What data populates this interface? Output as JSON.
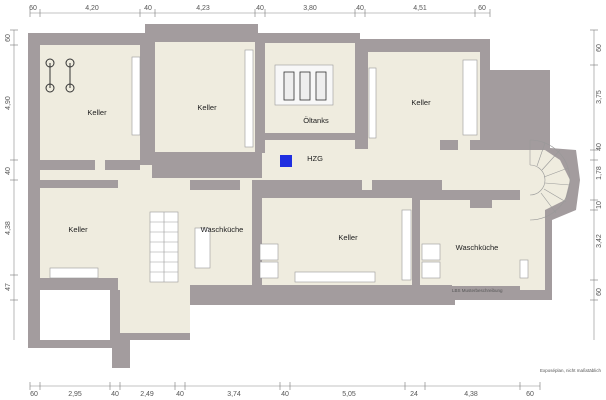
{
  "dimensions": {
    "top": [
      "60",
      "4,20",
      "40",
      "4,23",
      "40",
      "3,80",
      "40",
      "4,51",
      "60"
    ],
    "bottom": [
      "60",
      "2,95",
      "40",
      "2,49",
      "40",
      "3,74",
      "40",
      "5,05",
      "24",
      "4,38",
      "60"
    ],
    "left": [
      "60",
      "4,90",
      "40",
      "4,38",
      "47"
    ],
    "right": [
      "60",
      "3,75",
      "40",
      "1,78",
      "10",
      "3,42",
      "60"
    ]
  },
  "rooms": {
    "keller_1": "Keller",
    "keller_2": "Keller",
    "oeltanks": "Öltanks",
    "keller_3": "Keller",
    "hzg": "HZG",
    "keller_4": "Keller",
    "waschkueche_1": "Waschküche",
    "keller_5": "Keller",
    "waschkueche_2": "Waschküche"
  },
  "watermark": "LBS Musterbeschreibung",
  "disclaimer": "Exposéplan, nicht maßstäblich",
  "colors": {
    "wall": "#a39c9e",
    "floor": "#efecdf",
    "fixture": "#ffffff",
    "fixture_stroke": "#999999",
    "heater": "#1f2ee0"
  }
}
